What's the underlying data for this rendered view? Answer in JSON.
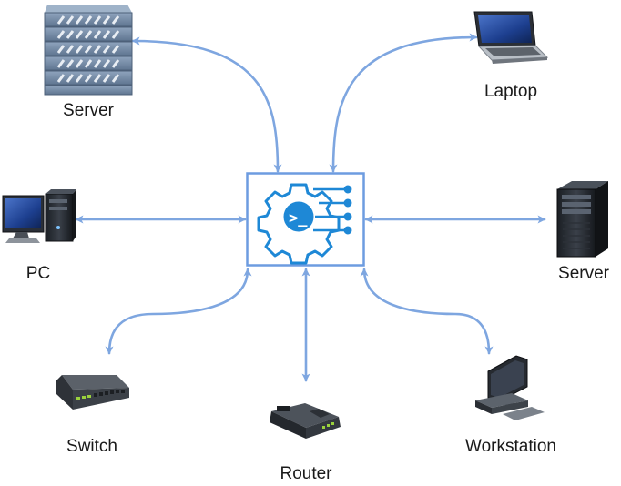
{
  "diagram": {
    "hub": {
      "icon": "automation-gear-terminal-icon",
      "border_color": "#6d9ce0"
    },
    "connector_color": "#7ea6e0",
    "nodes": [
      {
        "id": "server-top-left",
        "label": "Server",
        "icon": "rack-server-icon"
      },
      {
        "id": "laptop",
        "label": "Laptop",
        "icon": "laptop-icon"
      },
      {
        "id": "pc",
        "label": "PC",
        "icon": "desktop-pc-icon"
      },
      {
        "id": "server-right",
        "label": "Server",
        "icon": "tower-server-icon"
      },
      {
        "id": "switch",
        "label": "Switch",
        "icon": "network-switch-icon"
      },
      {
        "id": "router",
        "label": "Router",
        "icon": "router-icon"
      },
      {
        "id": "workstation",
        "label": "Workstation",
        "icon": "workstation-icon"
      }
    ]
  }
}
